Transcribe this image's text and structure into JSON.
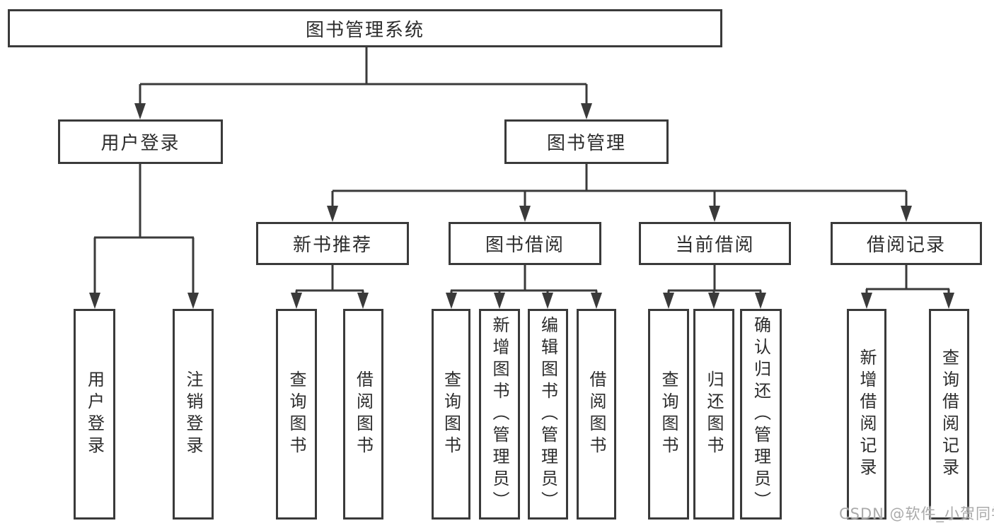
{
  "diagram": {
    "root": {
      "label": "图书管理系统"
    },
    "branches": [
      {
        "label": "用户登录",
        "children": [
          {
            "label": "用户登录"
          },
          {
            "label": "注销登录"
          }
        ]
      },
      {
        "label": "图书管理",
        "children": [
          {
            "label": "新书推荐",
            "children": [
              {
                "label": "查询图书"
              },
              {
                "label": "借阅图书"
              }
            ]
          },
          {
            "label": "图书借阅",
            "children": [
              {
                "label": "查询图书"
              },
              {
                "label": "新增图书（管理员）"
              },
              {
                "label": "编辑图书（管理员）"
              },
              {
                "label": "借阅图书"
              }
            ]
          },
          {
            "label": "当前借阅",
            "children": [
              {
                "label": "查询图书"
              },
              {
                "label": "归还图书"
              },
              {
                "label": "确认归还（管理员）"
              }
            ]
          },
          {
            "label": "借阅记录",
            "children": [
              {
                "label": "新增借阅记录"
              },
              {
                "label": "查询借阅记录"
              }
            ]
          }
        ]
      }
    ]
  },
  "watermark": "CSDN @软件_小贺同学",
  "colors": {
    "line": "#3a3a3a",
    "box_border": "#3a3a3a",
    "box_fill": "#ffffff",
    "text": "#2c2c2c",
    "watermark": "#aaaaaa"
  }
}
